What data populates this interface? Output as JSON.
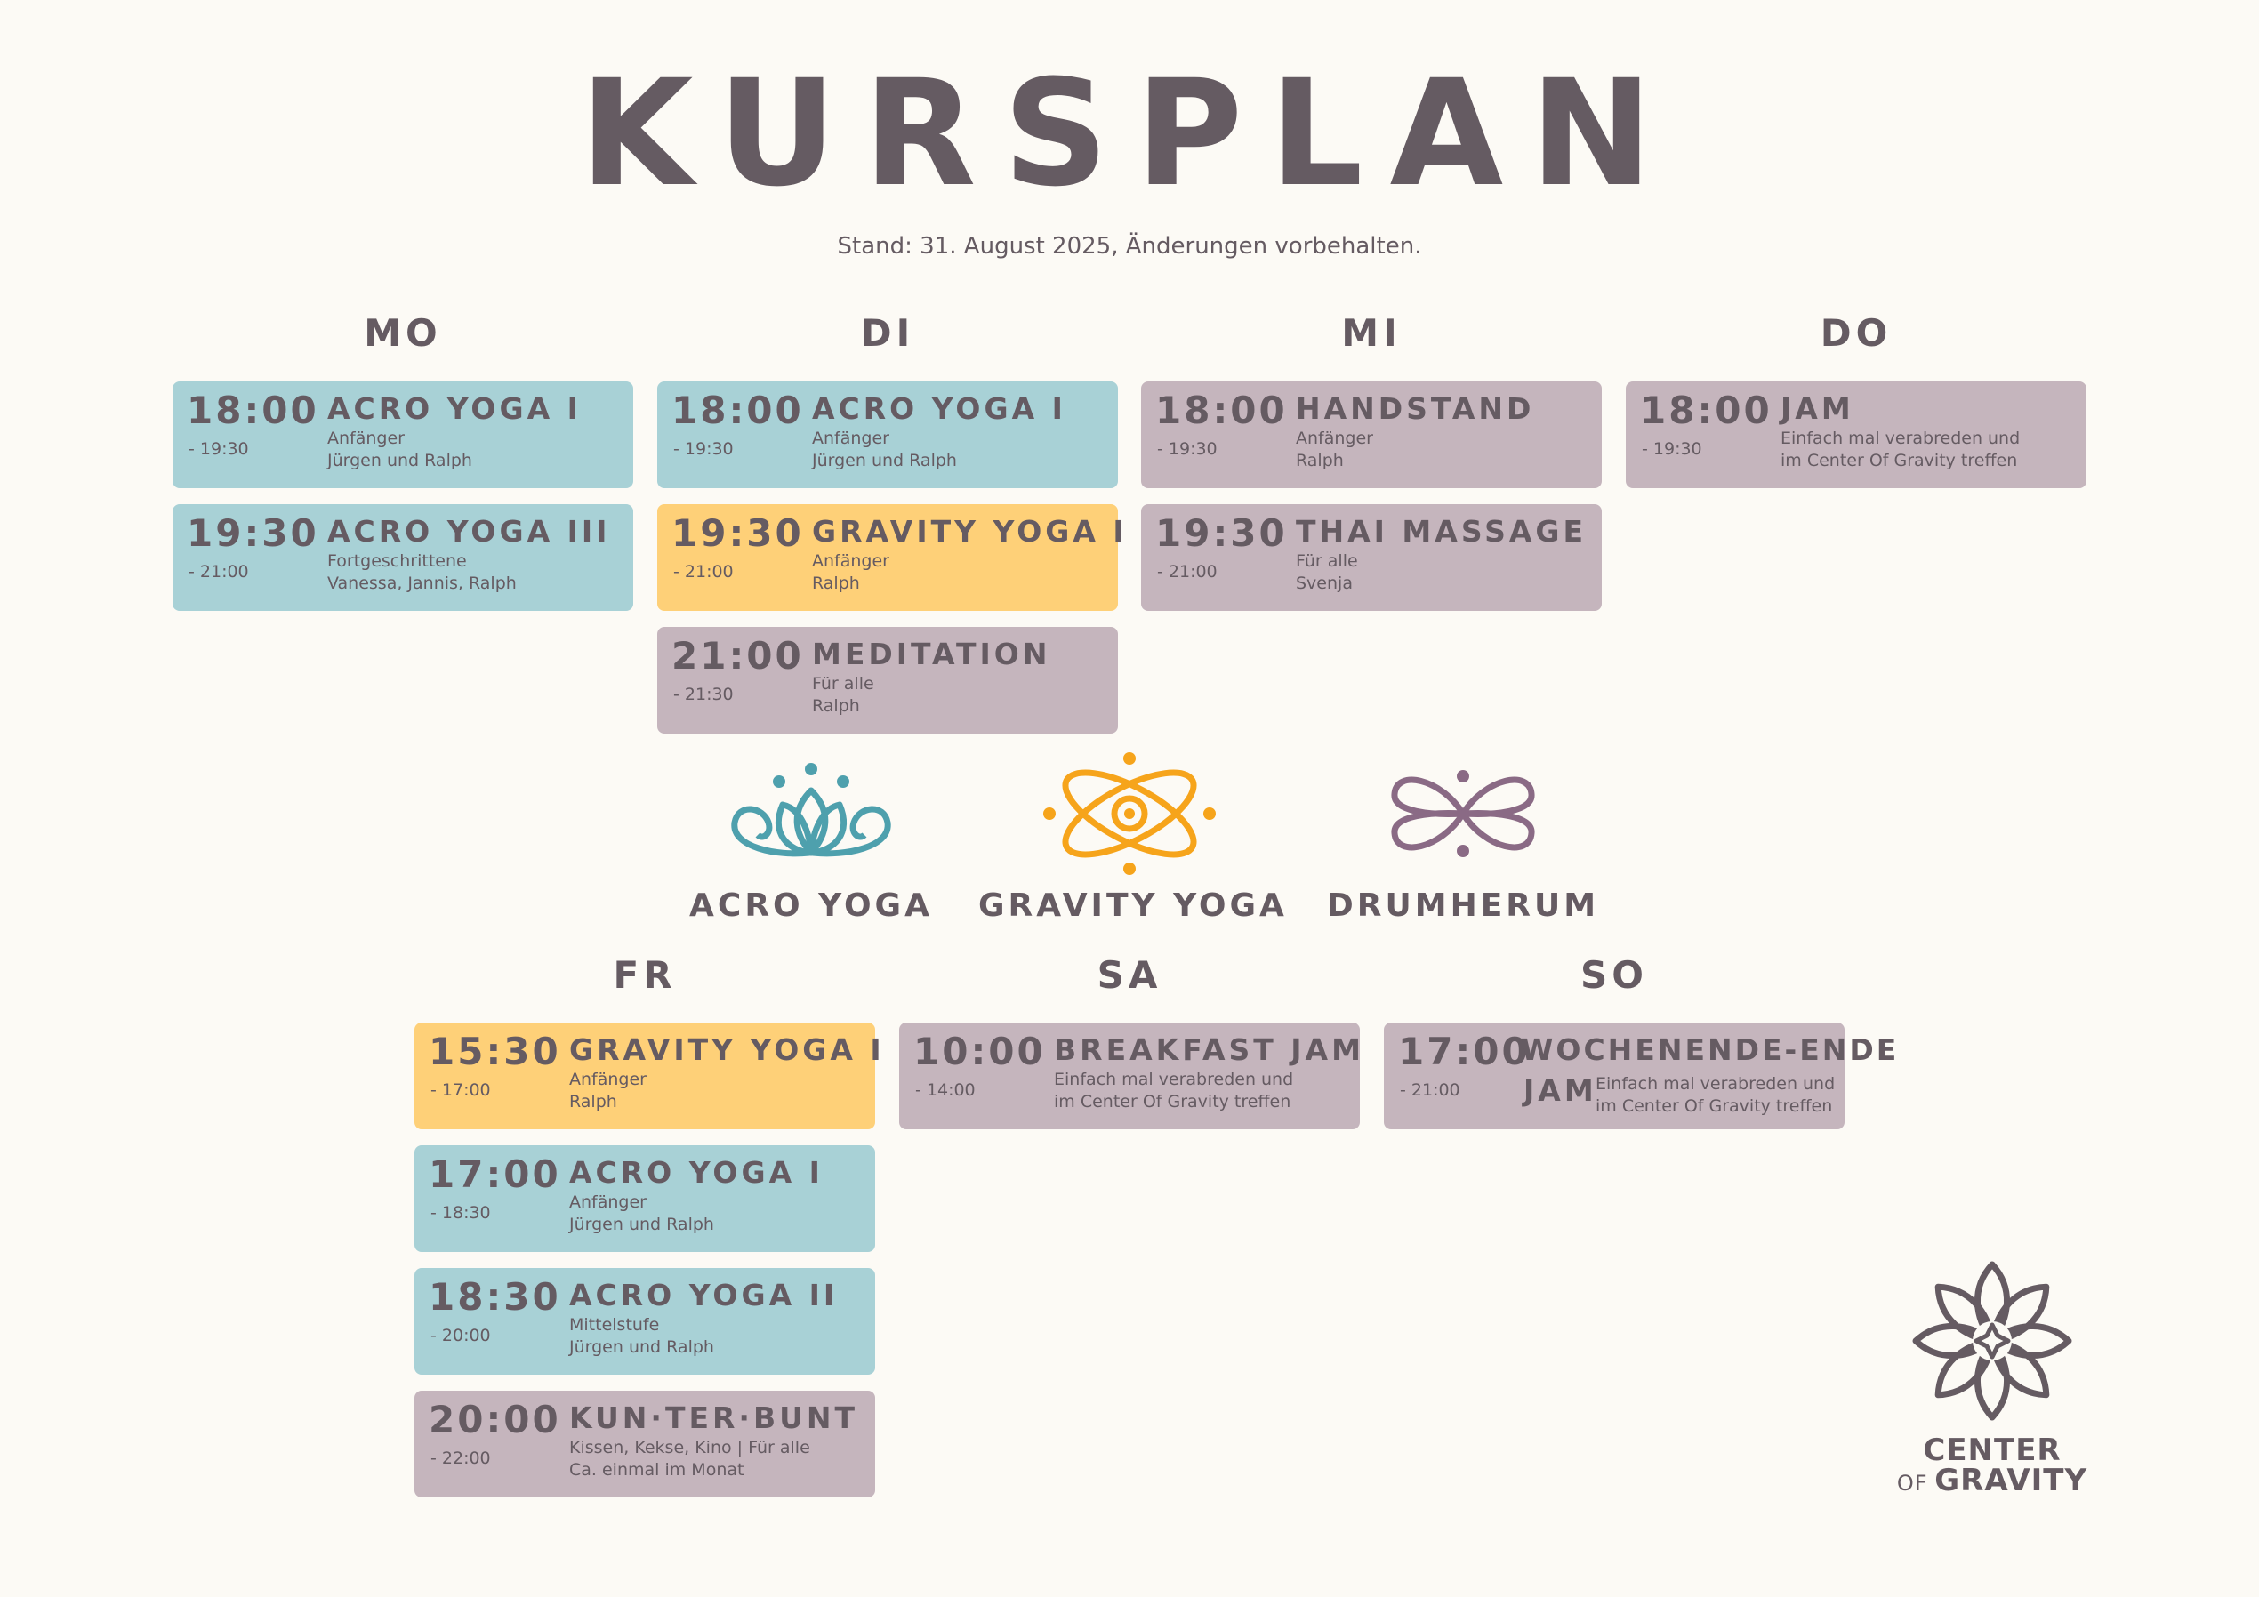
{
  "title": "KURSPLAN",
  "subtitle": "Stand: 31. August 2025, Änderungen vorbehalten.",
  "colors": {
    "acro": "#a8d1d6",
    "gravity": "#fed078",
    "drumherum": "#c5b5bd",
    "text": "#655b62",
    "background": "#fcfaf5"
  },
  "days": {
    "mo": {
      "label": "MO",
      "classes": [
        {
          "start": "18:00",
          "end": "- 19:30",
          "title": "ACRO YOGA I",
          "line1": "Anfänger",
          "line2": "Jürgen und Ralph",
          "category": "acro"
        },
        {
          "start": "19:30",
          "end": "- 21:00",
          "title": "ACRO YOGA III",
          "line1": "Fortgeschrittene",
          "line2": "Vanessa, Jannis, Ralph",
          "category": "acro"
        }
      ]
    },
    "di": {
      "label": "DI",
      "classes": [
        {
          "start": "18:00",
          "end": "- 19:30",
          "title": "ACRO YOGA I",
          "line1": "Anfänger",
          "line2": "Jürgen und Ralph",
          "category": "acro"
        },
        {
          "start": "19:30",
          "end": "- 21:00",
          "title": "GRAVITY YOGA I",
          "line1": "Anfänger",
          "line2": "Ralph",
          "category": "gravity"
        },
        {
          "start": "21:00",
          "end": "- 21:30",
          "title": "MEDITATION",
          "line1": "Für alle",
          "line2": "Ralph",
          "category": "drumherum"
        }
      ]
    },
    "mi": {
      "label": "MI",
      "classes": [
        {
          "start": "18:00",
          "end": "- 19:30",
          "title": "HANDSTAND",
          "line1": "Anfänger",
          "line2": "Ralph",
          "category": "drumherum"
        },
        {
          "start": "19:30",
          "end": "- 21:00",
          "title": "THAI MASSAGE",
          "line1": "Für alle",
          "line2": "Svenja",
          "category": "drumherum"
        }
      ]
    },
    "do": {
      "label": "DO",
      "classes": [
        {
          "start": "18:00",
          "end": "- 19:30",
          "title": "JAM",
          "line1": "Einfach mal verabreden und",
          "line2": "im Center Of Gravity treffen",
          "category": "drumherum"
        }
      ]
    },
    "fr": {
      "label": "FR",
      "classes": [
        {
          "start": "15:30",
          "end": "- 17:00",
          "title": "GRAVITY YOGA I",
          "line1": "Anfänger",
          "line2": "Ralph",
          "category": "gravity"
        },
        {
          "start": "17:00",
          "end": "- 18:30",
          "title": "ACRO YOGA I",
          "line1": "Anfänger",
          "line2": "Jürgen und Ralph",
          "category": "acro"
        },
        {
          "start": "18:30",
          "end": "- 20:00",
          "title": "ACRO YOGA II",
          "line1": "Mittelstufe",
          "line2": "Jürgen und Ralph",
          "category": "acro"
        },
        {
          "start": "20:00",
          "end": "- 22:00",
          "title": "KUN·TER·BUNT",
          "line1": "Kissen, Kekse, Kino | Für alle",
          "line2": "Ca. einmal im Monat",
          "category": "drumherum"
        }
      ]
    },
    "sa": {
      "label": "SA",
      "classes": [
        {
          "start": "10:00",
          "end": "- 14:00",
          "title": "BREAKFAST JAM",
          "line1": "Einfach mal verabreden und",
          "line2": "im Center Of Gravity treffen",
          "category": "drumherum"
        }
      ]
    },
    "so": {
      "label": "SO",
      "classes": [
        {
          "start": "17:00",
          "end": "- 21:00",
          "title": "WOCHENENDE-ENDE",
          "title2": "JAM",
          "line1": "Einfach mal verabreden und",
          "line2": "im Center Of Gravity treffen",
          "category": "drumherum"
        }
      ]
    }
  },
  "legend": {
    "acro": {
      "label": "ACRO YOGA",
      "icon": "lotus-icon"
    },
    "gravity": {
      "label": "GRAVITY YOGA",
      "icon": "eye-orbit-icon"
    },
    "drumherum": {
      "label": "DRUMHERUM",
      "icon": "butterfly-icon"
    }
  },
  "brand": {
    "line1": "CENTER",
    "line2a": "OF",
    "line2b": "GRAVITY",
    "icon": "flower-icon"
  }
}
